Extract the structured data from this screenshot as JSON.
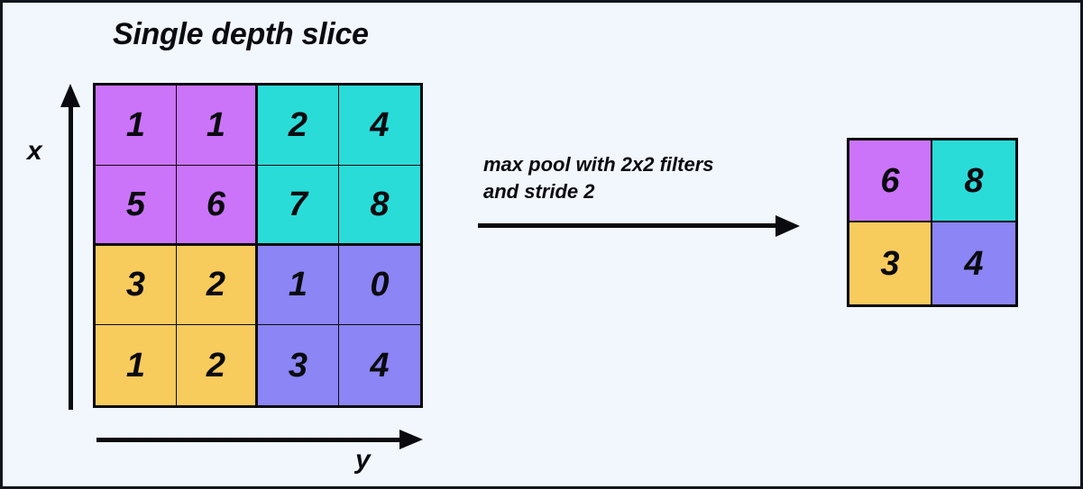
{
  "figure": {
    "background_color": "#f2f6fd",
    "border_color": "#12151c",
    "title": "Single depth slice",
    "caption_line_1": "max pool with 2x2 filters",
    "caption_line_2": "and stride 2",
    "arrow_name": "right-arrow"
  },
  "axes": {
    "vertical_label": "x",
    "horizontal_label": "y"
  },
  "palette": {
    "purple": "#cb74f9",
    "teal": "#2adcd8",
    "gold": "#f8cb5d",
    "violet": "#8b85f5",
    "line": "#0a0a0f"
  },
  "chart_data": {
    "type": "heatmap",
    "title": "Single depth slice",
    "xlabel": "y",
    "ylabel": "x",
    "grid": true,
    "legend": "none",
    "annotations": [
      "max pool with 2x2 filters",
      "and stride 2"
    ],
    "input": {
      "name": "input-feature-map",
      "rows": 4,
      "cols": 4,
      "values": [
        [
          1,
          1,
          2,
          4
        ],
        [
          5,
          6,
          7,
          8
        ],
        [
          3,
          2,
          1,
          0
        ],
        [
          1,
          2,
          3,
          4
        ]
      ],
      "cell_colors": [
        [
          "#cb74f9",
          "#cb74f9",
          "#2adcd8",
          "#2adcd8"
        ],
        [
          "#cb74f9",
          "#cb74f9",
          "#2adcd8",
          "#2adcd8"
        ],
        [
          "#f8cb5d",
          "#f8cb5d",
          "#8b85f5",
          "#8b85f5"
        ],
        [
          "#f8cb5d",
          "#f8cb5d",
          "#8b85f5",
          "#8b85f5"
        ]
      ]
    },
    "output": {
      "name": "pooled-feature-map",
      "rows": 2,
      "cols": 2,
      "values": [
        [
          6,
          8
        ],
        [
          3,
          4
        ]
      ],
      "cell_colors": [
        [
          "#cb74f9",
          "#2adcd8"
        ],
        [
          "#f8cb5d",
          "#8b85f5"
        ]
      ]
    },
    "operation": {
      "pool_type": "max",
      "filter_size": "2x2",
      "stride": 2
    }
  }
}
